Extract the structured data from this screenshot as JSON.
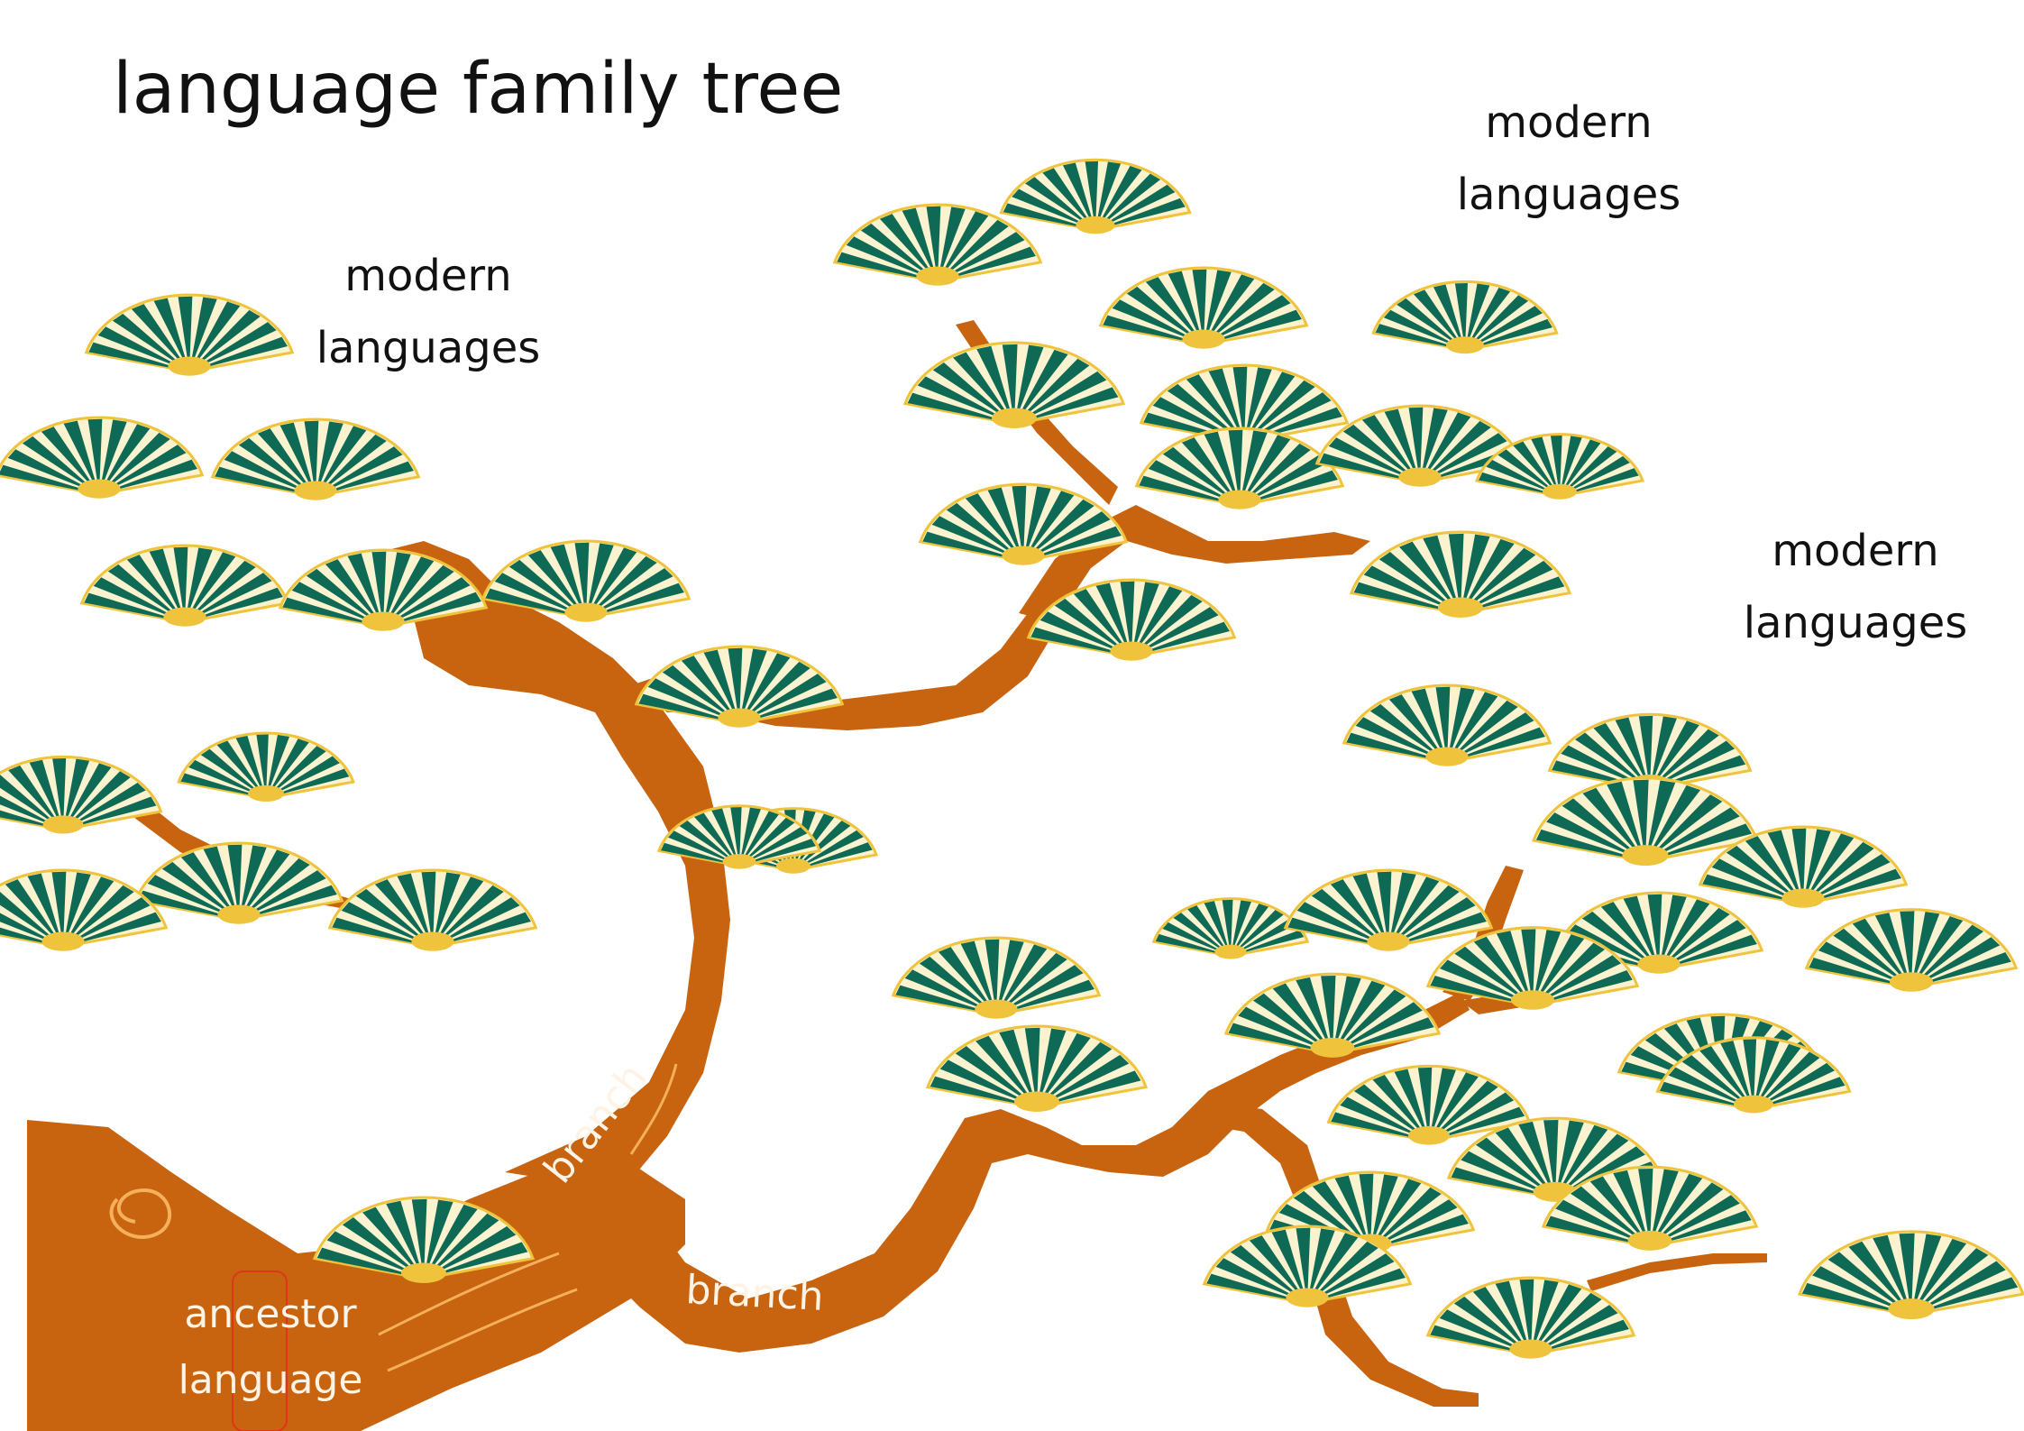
{
  "title": "language family tree",
  "labels": {
    "modern_left": [
      "modern",
      "languages"
    ],
    "modern_top": [
      "modern",
      "languages"
    ],
    "modern_right": [
      "modern",
      "languages"
    ],
    "branch_upper": "branch",
    "branch_lower": "branch",
    "ancestor": [
      "ancestor",
      "language"
    ]
  },
  "colors": {
    "trunk": "#c8630f",
    "trunk_dark": "#a84f0a",
    "fan_green": "#0f6a55",
    "fan_gold": "#f0c33c",
    "fan_cream": "#fbf3cf",
    "background": "#ffffff"
  }
}
